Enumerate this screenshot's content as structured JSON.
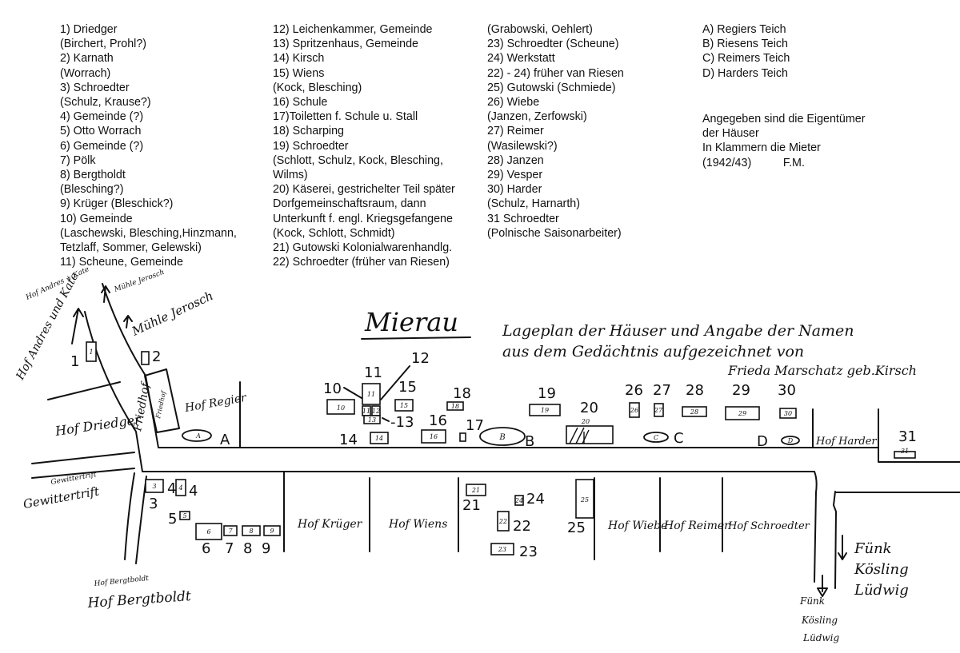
{
  "legend": {
    "col1": [
      "1) Driedger",
      "(Birchert, Prohl?)",
      "2) Karnath",
      "(Worrach)",
      "3) Schroedter",
      "(Schulz, Krause?)",
      "4) Gemeinde (?)",
      "5) Otto Worrach",
      "6) Gemeinde (?)",
      "7) Pölk",
      "8) Bergtholdt",
      "(Blesching?)",
      "9) Krüger (Bleschick?)",
      "10) Gemeinde",
      "(Laschewski, Blesching,Hinzmann,",
      "Tetzlaff, Sommer, Gelewski)",
      "11) Scheune, Gemeinde"
    ],
    "col2": [
      "12) Leichenkammer, Gemeinde",
      "13) Spritzenhaus,     Gemeinde",
      "14) Kirsch",
      "15) Wiens",
      "(Kock, Blesching)",
      "16) Schule",
      "17)Toiletten f. Schule u. Stall",
      "18) Scharping",
      "19) Schroedter",
      "(Schlott, Schulz, Kock, Blesching,",
      "Wilms)",
      "20) Käserei, gestrichelter Teil später",
      "Dorfgemeinschaftsraum, dann",
      "Unterkunft f. engl. Kriegsgefangene",
      "(Kock, Schlott, Schmidt)",
      "21) Gutowski Kolonialwarenhandlg.",
      "22) Schroedter (früher van Riesen)"
    ],
    "col3": [
      "(Grabowski, Oehlert)",
      "23) Schroedter (Scheune)",
      "24) Werkstatt",
      "22) - 24) früher van Riesen",
      "25) Gutowski (Schmiede)",
      "26) Wiebe",
      "(Janzen, Zerfowski)",
      "27) Reimer",
      "(Wasilewski?)",
      "28) Janzen",
      "29) Vesper",
      "30) Harder",
      "(Schulz, Harnarth)",
      "31 Schroedter",
      "(Polnische Saisonarbeiter)"
    ],
    "col4": [
      "A) Regiers Teich",
      "B) Riesens Teich",
      "C) Reimers Teich",
      "D) Harders Teich"
    ]
  },
  "note": {
    "lines": [
      "Angegeben sind die Eigentümer",
      "der Häuser",
      "In Klammern die Mieter",
      "(1942/43)          F.M."
    ]
  },
  "map": {
    "title": "Mierau",
    "subtitle": [
      "Lageplan der Häuser und Angabe der Namen",
      "aus dem Gedächtnis aufgezeichnet von",
      "Frieda Marschatz geb.Kirsch"
    ],
    "labels": {
      "hof_andres_small": "Hof Andres + Kate",
      "hof_andres": "Hof Andres und Kate",
      "muehle_small": "Mühle Jerosch",
      "muehle": "Mühle Jerosch",
      "friedhof": "Friedhof",
      "friedhof_small": "Friedhof",
      "hof_regier": "Hof Regier",
      "hof_driedger": "Hof Driedger",
      "gewittertrift_small": "Gewittertrift",
      "gewittertrift": "Gewittertrift",
      "hof_krueger": "Hof Krüger",
      "hof_wiens": "Hof Wiens",
      "hof_wiebe": "Hof Wiebe",
      "hof_reimer": "Hof Reimer",
      "hof_schroedter": "Hof Schroedter",
      "hof_harder": "Hof Harder",
      "hof_bergtboldt_small": "Hof Bergtboldt",
      "hof_bergtboldt": "Hof Bergtboldt",
      "destinations": [
        "Fünk",
        "Kösling",
        "Lüdwig"
      ],
      "destinations_small": [
        "Fünk",
        "Kösling",
        "Lüdwig"
      ]
    }
  }
}
